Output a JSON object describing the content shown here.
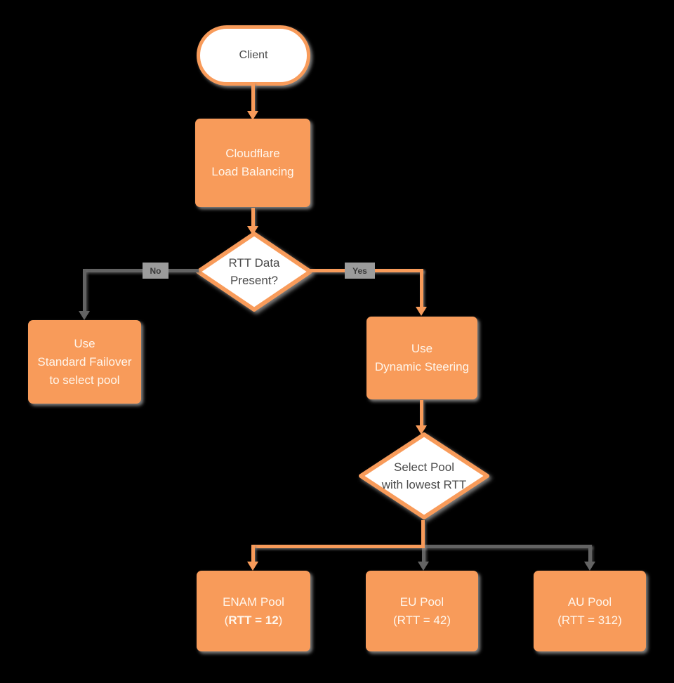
{
  "background": "#000000",
  "palette": {
    "node_orange": "#F89B5A",
    "connector_gray": "#636363",
    "badge_gray": "#9B9B9B",
    "dark_text": "#4A4A4A",
    "box_text": "#FFF6EC"
  },
  "nodes": {
    "client": {
      "label": "Client"
    },
    "cloudflare_lb": {
      "line1": "Cloudflare",
      "line2": "Load Balancing"
    },
    "rtt_decision": {
      "line1": "RTT Data",
      "line2": "Present?"
    },
    "standard_failover": {
      "line1": "Use",
      "line2": "Standard Failover",
      "line3": "to select pool"
    },
    "dynamic_steering": {
      "line1": "Use",
      "line2": "Dynamic Steering"
    },
    "select_pool": {
      "line1": "Select Pool",
      "line2": "with lowest RTT"
    },
    "enam_pool": {
      "line1": "ENAM Pool",
      "line2_open": "(",
      "line2_bold": "RTT = 12",
      "line2_close": ")"
    },
    "eu_pool": {
      "line1": "EU Pool",
      "line2": "(RTT = 42)"
    },
    "au_pool": {
      "line1": "AU Pool",
      "line2": "(RTT = 312)"
    }
  },
  "edge_labels": {
    "no": "No",
    "yes": "Yes"
  }
}
